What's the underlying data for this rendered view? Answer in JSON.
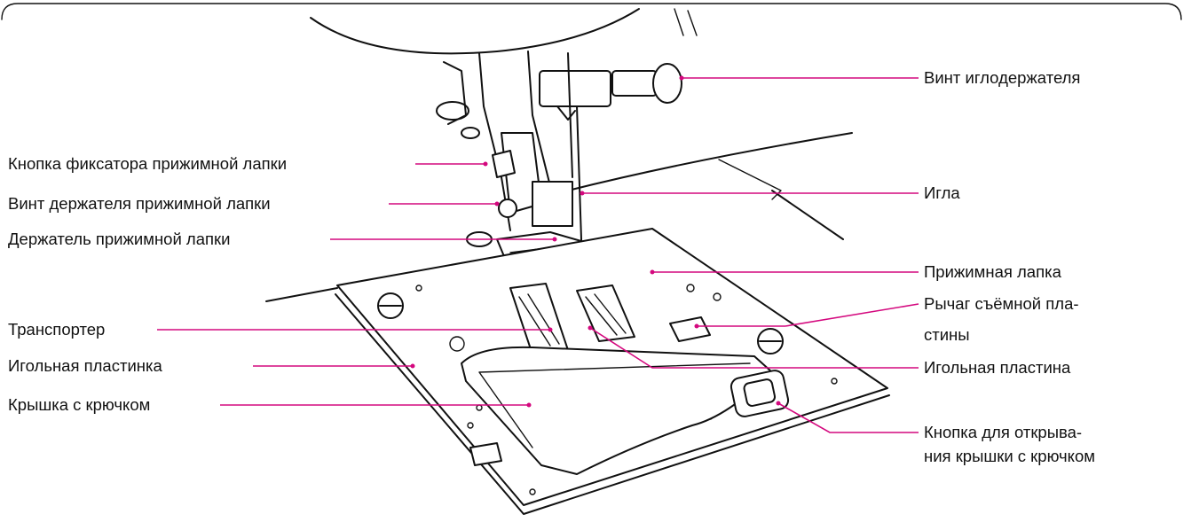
{
  "labels": {
    "needle_clamp_screw": "Винт иглодержателя",
    "needle": "Игла",
    "presser_foot": "Прижимная лапка",
    "plate_lever_line1": "Рычаг съёмной пла-",
    "plate_lever_line2": "стины",
    "needle_plate": "Игольная пластина",
    "bobbin_button_line1": "Кнопка для открыва-",
    "bobbin_button_line2": "ния крышки с крючком",
    "foot_release_button": "Кнопка фиксатора прижимной лапки",
    "foot_holder_screw": "Винт держателя прижимной лапки",
    "foot_holder": "Держатель прижимной лапки",
    "feed_dogs": "Транспортер",
    "needle_plate_left": "Игольная пластинка",
    "bobbin_cover": "Крышка с крючком"
  },
  "colors": {
    "leader": "#d4087e",
    "ink": "#111111",
    "background": "#ffffff"
  }
}
